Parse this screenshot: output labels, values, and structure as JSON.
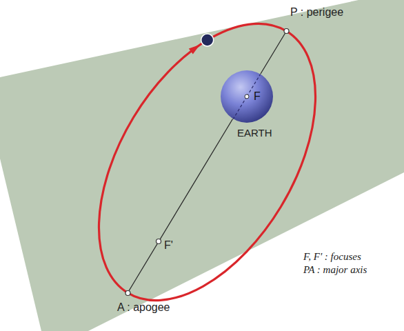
{
  "diagram": {
    "nodes": [
      {
        "text": [
          "F",
          "EARTH"
        ]
      }
    ],
    "labels": [
      "P : perigee",
      "F'",
      "A : apogee",
      "F, F' : focuses",
      "PA : major axis"
    ]
  }
}
